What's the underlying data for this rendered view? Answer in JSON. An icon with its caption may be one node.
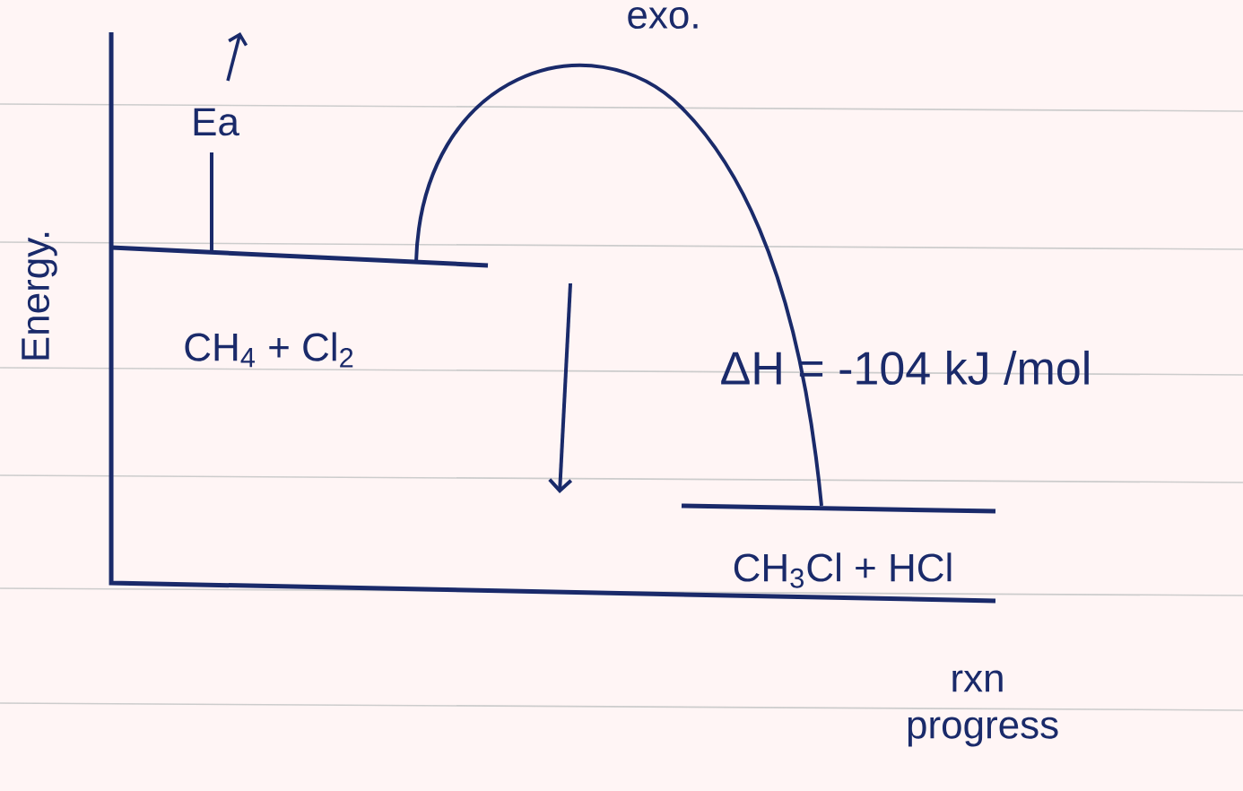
{
  "diagram": {
    "title": "exo.",
    "labels": [
      "Ea",
      "Energy.",
      "CH$_{4}$ + Cl$_{2}$",
      "ΔH = -104 kJ /mol",
      "CH$_{3}$Cl + HCl",
      "rxn progress"
    ]
  }
}
